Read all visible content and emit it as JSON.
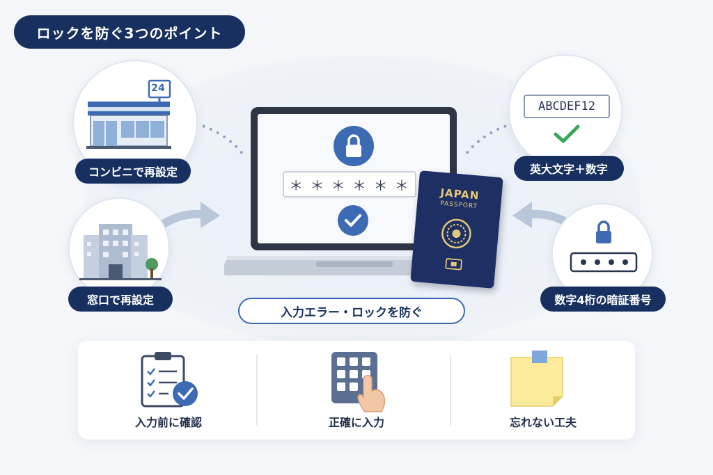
{
  "title": "ロックを防ぐ3つのポイント",
  "center_label": "入力エラー・ロックを防ぐ",
  "store_sign": "24",
  "left_options": [
    {
      "label": "コンビニで再設定"
    },
    {
      "label": "窓口で再設定"
    }
  ],
  "right_options": [
    {
      "label": "英大文字＋数字",
      "example": "ABCDEF12"
    },
    {
      "label": "数字4桁の暗証番号"
    }
  ],
  "laptop": {
    "password_mask": "＊ ＊ ＊ ＊ ＊ ＊"
  },
  "passport": {
    "country": "JAPAN",
    "type": "PASSPORT"
  },
  "tips": [
    {
      "label": "入力前に確認"
    },
    {
      "label": "正確に入力"
    },
    {
      "label": "忘れない工夫"
    }
  ],
  "colors": {
    "navy": "#17305f",
    "accent_blue": "#3d6bb3",
    "check_green": "#3aa65a",
    "note_yellow": "#fbeb9a"
  }
}
